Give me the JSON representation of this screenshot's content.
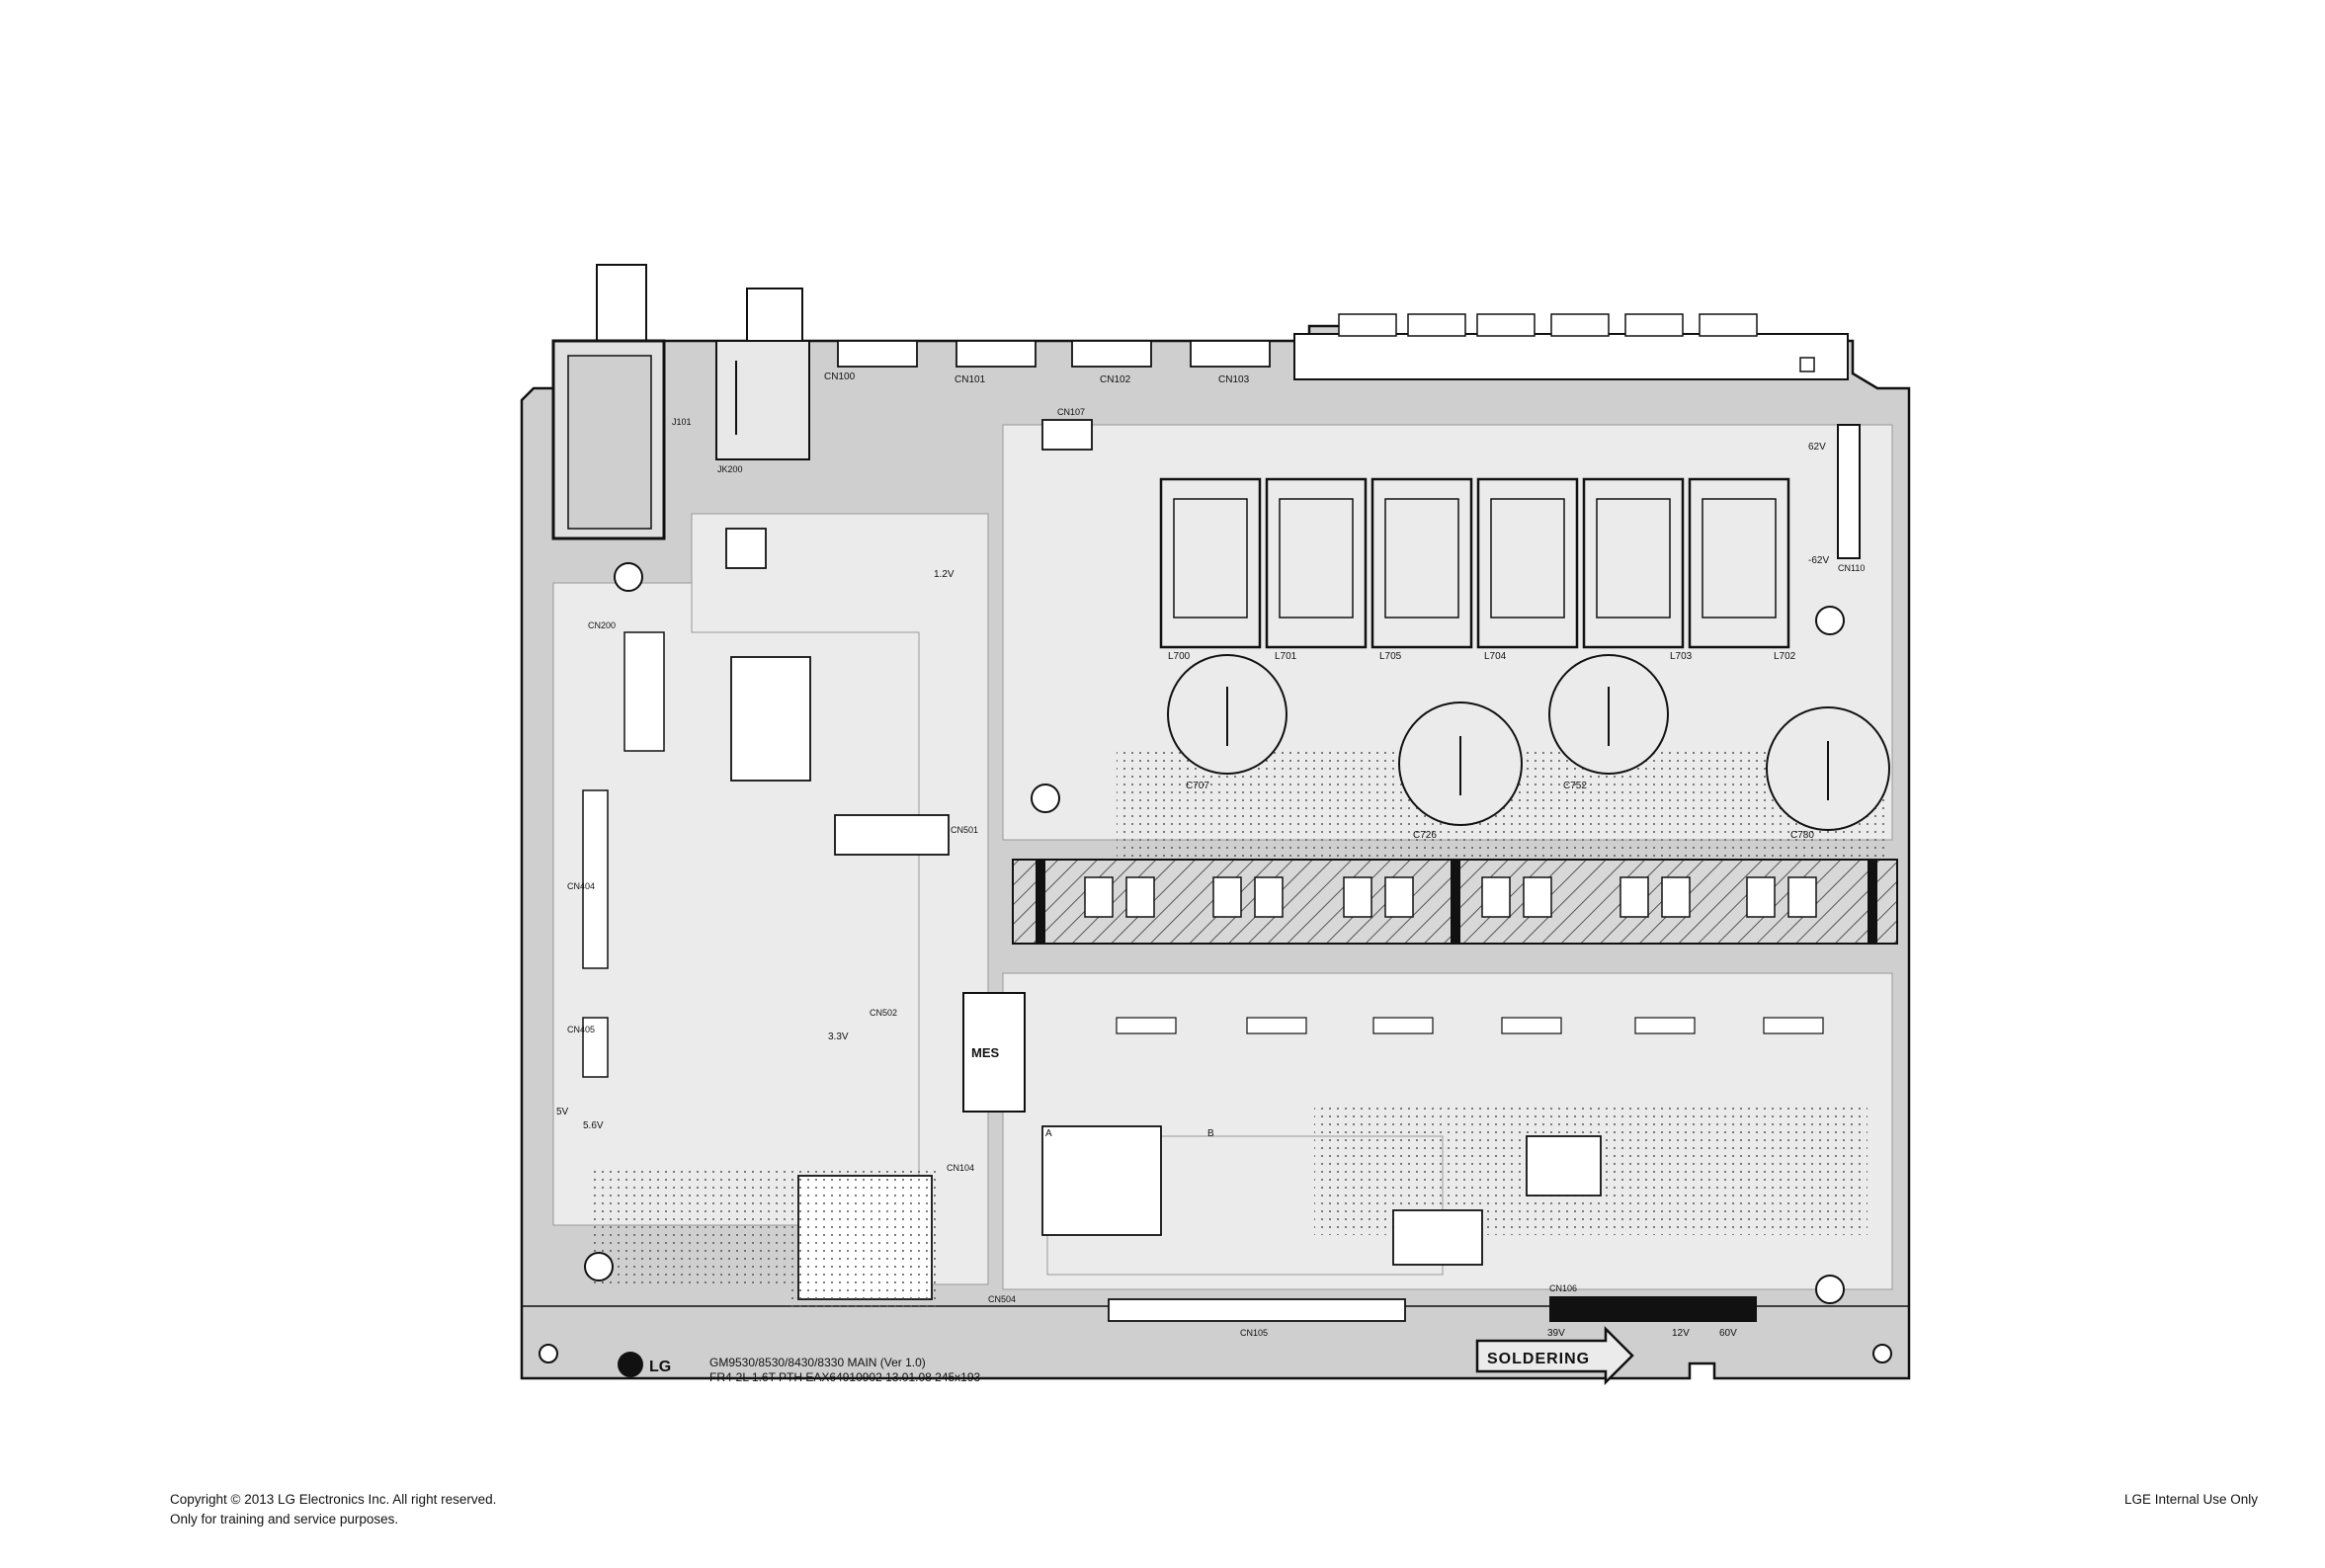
{
  "board": {
    "model_line": "GM9530/8530/8430/8330 MAIN (Ver 1.0)",
    "spec_line": "FR4-2L 1.6T PTH EAX64910902 13.01.08  245x193",
    "solder_label": "SOLDERING",
    "logo_text": "LG",
    "mes_label": "MES",
    "connectors_top": [
      "CN100",
      "CN101",
      "CN102",
      "CN103"
    ],
    "connector_labels": [
      "CN107",
      "CN200",
      "CN404",
      "CN405",
      "CN501",
      "CN502",
      "CN104",
      "CN105",
      "CN106",
      "CN504",
      "JK200",
      "J101",
      "CN110"
    ],
    "inductors": [
      "L700",
      "L701",
      "L705",
      "L704",
      "L703",
      "L702"
    ],
    "capacitors": [
      "C707",
      "C726",
      "C752",
      "C780"
    ],
    "voltage_labels": [
      "1.2V",
      "3.3V",
      "5V",
      "5.6V",
      "39V",
      "62V",
      "-62V",
      "12V",
      "60V"
    ],
    "marker_labels": [
      "A",
      "B"
    ]
  },
  "footer": {
    "copyright_line": "Copyright © 2013 LG Electronics Inc. All right reserved.",
    "purpose_line": "Only for training and service purposes.",
    "internal": "LGE Internal Use Only"
  },
  "colors": {
    "board_fill": "#cfcfcf",
    "trace_fill": "#ebebeb",
    "outline": "#111111",
    "component_fill": "#ffffff"
  }
}
